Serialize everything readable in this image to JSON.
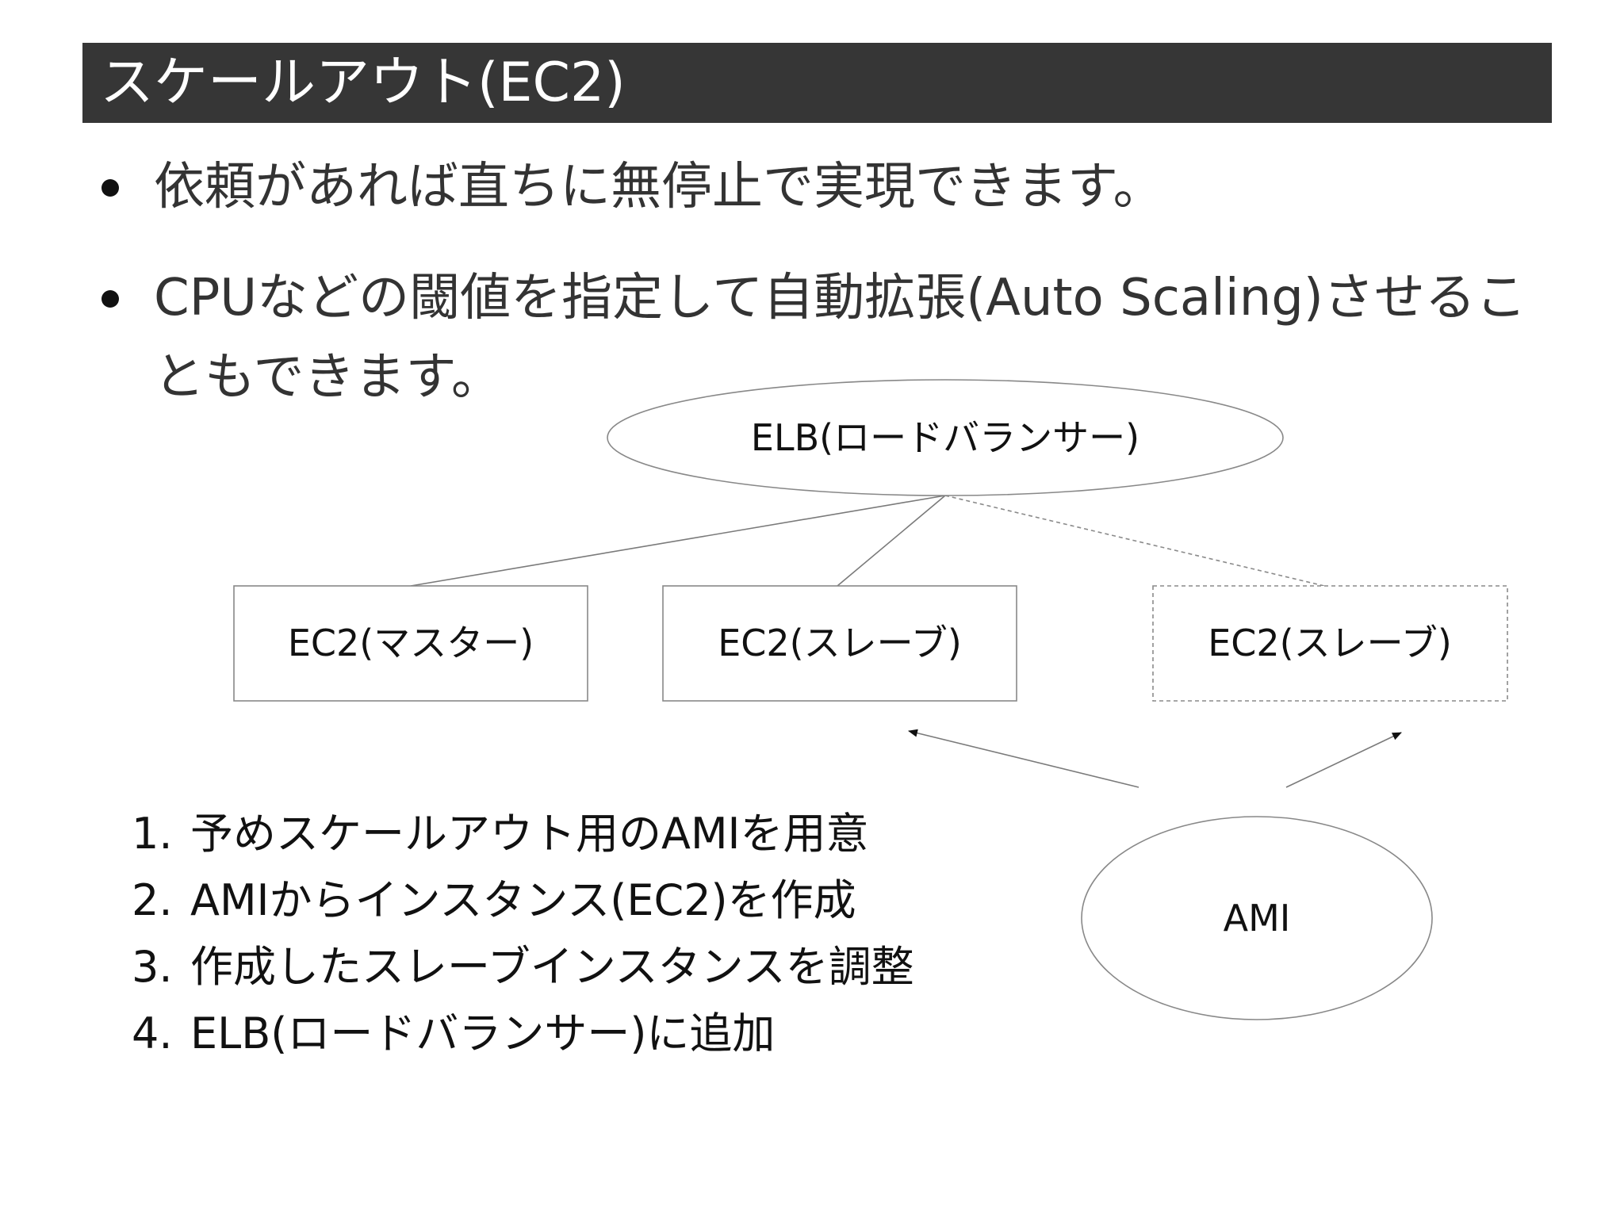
{
  "slide": {
    "title": "スケールアウト(EC2)",
    "bullets": [
      {
        "text": "依頼があれば直ちに無停止で実現できます。"
      },
      {
        "text": "CPUなどの閾値を指定して自動拡張(Auto Scaling)させることもできます。"
      }
    ]
  },
  "diagram": {
    "elb_label": "ELB(ロードバランサー)",
    "ec2_master_label": "EC2(マスター)",
    "ec2_slave_label": "EC2(スレーブ)",
    "ec2_slave_new_label": "EC2(スレーブ)",
    "ami_label": "AMI"
  },
  "steps": [
    {
      "num": "1.",
      "text": "予めスケールアウト用のAMIを用意"
    },
    {
      "num": "2.",
      "text": "AMIからインスタンス(EC2)を作成"
    },
    {
      "num": "3.",
      "text": "作成したスレーブインスタンスを調整"
    },
    {
      "num": "4.",
      "text": "ELB(ロードバランサー)に追加"
    }
  ],
  "colors": {
    "title_bar_bg": "#363636",
    "title_text": "#ffffff",
    "body_text": "#333333",
    "diagram_line": "#888888"
  }
}
